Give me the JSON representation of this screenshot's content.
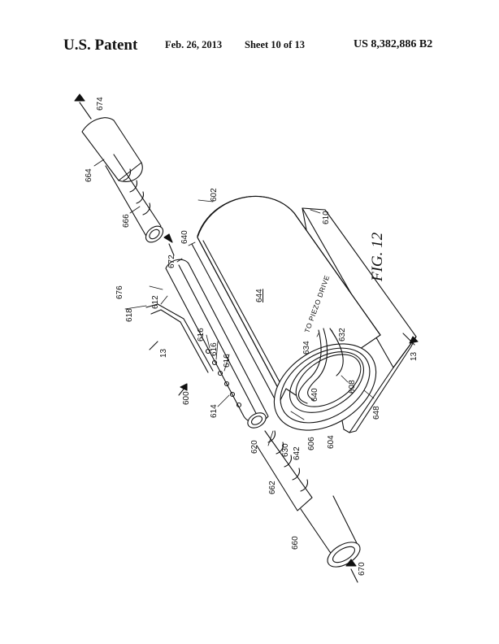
{
  "header": {
    "title": "U.S. Patent",
    "date": "Feb. 26, 2013",
    "sheet": "Sheet 10 of 13",
    "patent_number": "US 8,382,886 B2"
  },
  "figure": {
    "caption": "FIG. 12",
    "drive_text": "TO PIEZO DRIVE",
    "labels": {
      "l674": "674",
      "l664": "664",
      "l666": "666",
      "l602": "602",
      "l610": "610",
      "l640a": "640",
      "l672": "672",
      "l676": "676",
      "l618": "618",
      "l612": "612",
      "l644": "644",
      "l616a": "616",
      "l616b": "616",
      "l616c": "616",
      "l13a": "13",
      "l13b": "13",
      "l634": "634",
      "l632": "632",
      "l600": "600",
      "l614": "614",
      "l640b": "640",
      "l608": "608",
      "l648": "648",
      "l620": "620",
      "l630": "630",
      "l642": "642",
      "l606": "606",
      "l604": "604",
      "l662": "662",
      "l660": "660",
      "l670": "670"
    }
  }
}
